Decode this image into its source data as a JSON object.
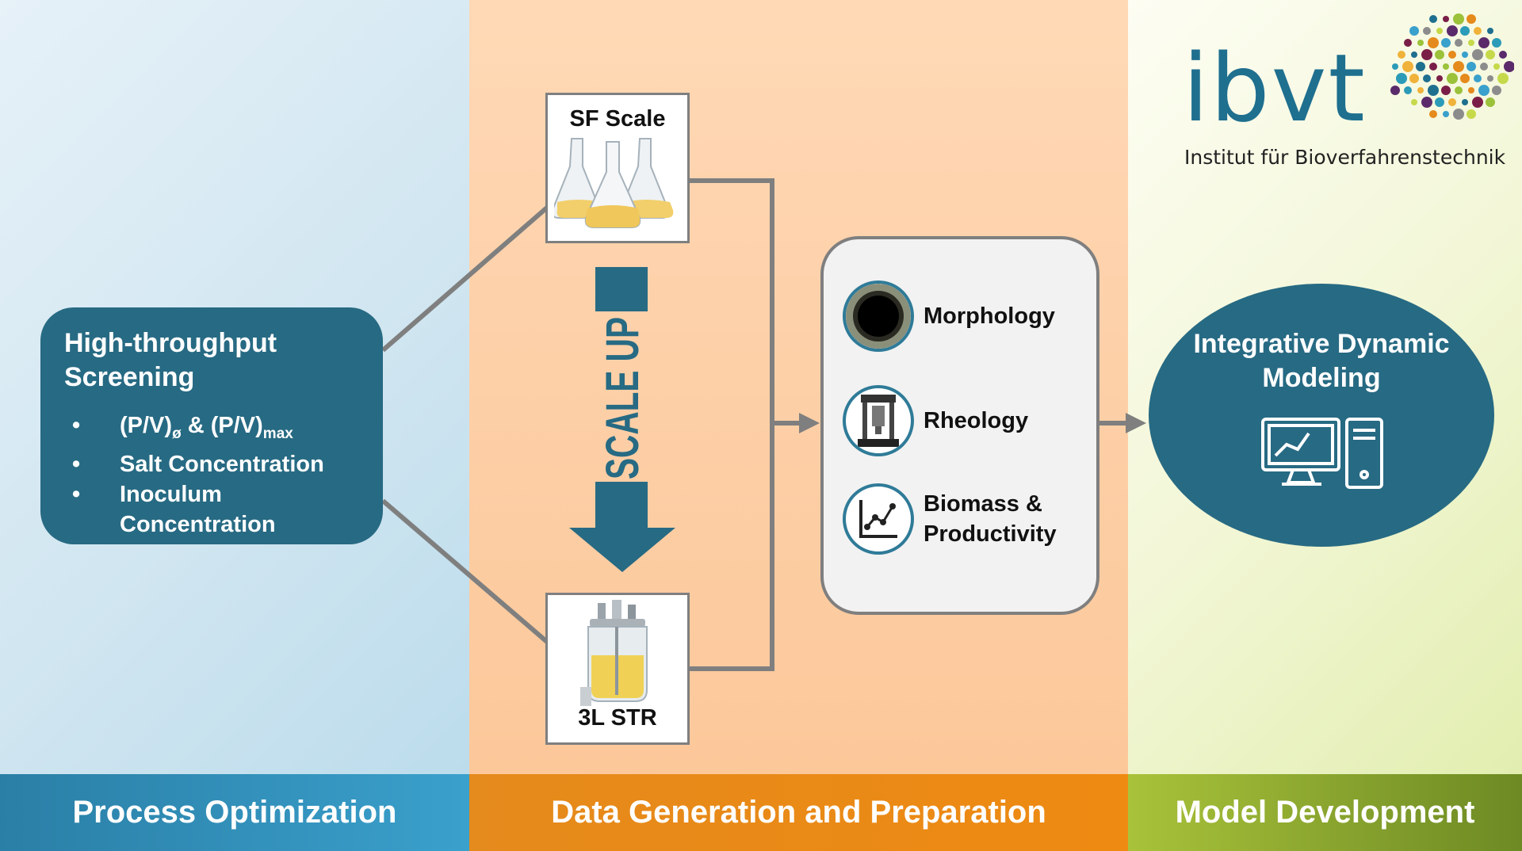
{
  "logo": {
    "wordmark": "ibvt",
    "subtitle": "Institut für Bioverfahrenstechnik"
  },
  "screening": {
    "title": "High-throughput Screening",
    "items": [
      {
        "bullet": "•",
        "text_main": "(P/V)",
        "sub1": "ø",
        "mid": " & (P/V)",
        "sub2": "max"
      },
      {
        "bullet": "•",
        "text": "Salt Concentration"
      },
      {
        "bullet": "•",
        "text": "Inoculum Concentration"
      }
    ]
  },
  "sf_scale": {
    "label": "SF Scale"
  },
  "scale_up": {
    "label": "SCALE UP"
  },
  "str": {
    "label": "3L STR"
  },
  "analysis": {
    "items": [
      {
        "label": "Morphology",
        "icon": "morphology-icon"
      },
      {
        "label": "Rheology",
        "icon": "rheometer-icon"
      },
      {
        "label": "Biomass & Productivity",
        "icon": "line-graph-icon"
      }
    ]
  },
  "modeling": {
    "title": "Integrative Dynamic Modeling",
    "icon": "computer-icon"
  },
  "footer": {
    "left": "Process Optimization",
    "center": "Data Generation and Preparation",
    "right": "Model Development"
  },
  "colors": {
    "teal": "#276a83",
    "orange": "#ee8a12",
    "green": "#8cab2c",
    "blue": "#3aa0cc",
    "connector": "#7f7f7f"
  }
}
